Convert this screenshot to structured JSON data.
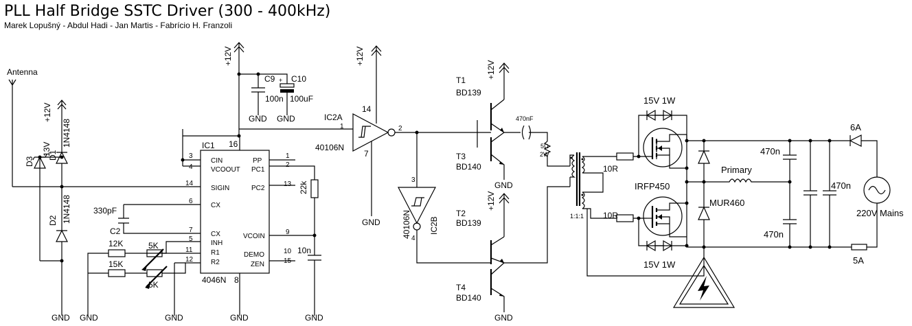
{
  "title": "PLL Half Bridge SSTC Driver (300 - 400kHz)",
  "authors": "Marek Lopušný - Abdul Hadi - Jan Martis - Fabrício H. Franzoli",
  "antenna": "Antenna",
  "supply": "+12V",
  "gnd": "GND",
  "ic1": {
    "ref": "IC1",
    "part": "4046N",
    "pin_vdd": "16",
    "pin_vss": "8",
    "pins_left": [
      {
        "num": "3",
        "name": "CIN"
      },
      {
        "num": "4",
        "name": "VCOOUT"
      },
      {
        "num": "14",
        "name": "SIGIN"
      },
      {
        "num": "6",
        "name": "CX"
      },
      {
        "num": "7",
        "name": "CX"
      },
      {
        "num": "5",
        "name": "INH"
      },
      {
        "num": "11",
        "name": "R1"
      },
      {
        "num": "12",
        "name": "R2"
      }
    ],
    "pins_right": [
      {
        "num": "1",
        "name": "PP"
      },
      {
        "num": "2",
        "name": "PC1"
      },
      {
        "num": "13",
        "name": "PC2"
      },
      {
        "num": "9",
        "name": "VCOIN"
      },
      {
        "num": "10",
        "name": "DEMO"
      },
      {
        "num": "15",
        "name": "ZEN"
      }
    ]
  },
  "ic2a": {
    "ref": "IC2A",
    "part": "40106N",
    "pin_in": "1",
    "pin_out": "2",
    "pin_vdd": "14",
    "pin_vss": "7"
  },
  "ic2b": {
    "ref": "IC2B",
    "part": "40106N",
    "pin_in": "3",
    "pin_out": "4"
  },
  "components": {
    "c9": {
      "ref": "C9",
      "value": "100n"
    },
    "c10": {
      "ref": "C10",
      "value": "100uF"
    },
    "c2": {
      "ref": "C2",
      "value": "330pF"
    },
    "d1": {
      "ref": "D1",
      "value": "1N4148"
    },
    "d2": {
      "ref": "D2",
      "value": "1N4148"
    },
    "d3": {
      "ref": "D3",
      "value": "13V"
    },
    "r12k": "12K",
    "r15k": "15K",
    "pot1": "5K",
    "pot2": "5K",
    "r22k": "22k",
    "c10n": "10n",
    "t1": {
      "ref": "T1",
      "part": "BD139"
    },
    "t3": {
      "ref": "T3",
      "part": "BD140"
    },
    "t2": {
      "ref": "T2",
      "part": "BD139"
    },
    "t4": {
      "ref": "T4",
      "part": "BD140"
    },
    "c470nf": "470nF",
    "r5": "5Ω",
    "r5w": "2W",
    "gate_r1": "10R",
    "gate_r2": "10R",
    "xfmr": "1:1:1",
    "zener_top": "15V 1W",
    "zener_bot": "15V 1W",
    "mosfet": "IRFP450",
    "diode": "MUR460",
    "primary": "Primary",
    "cap_a": "470n",
    "cap_b": "470n",
    "cap_c": "470n",
    "fuse_top": "6A",
    "fuse_bot": "5A",
    "mains": "220V Mains"
  }
}
